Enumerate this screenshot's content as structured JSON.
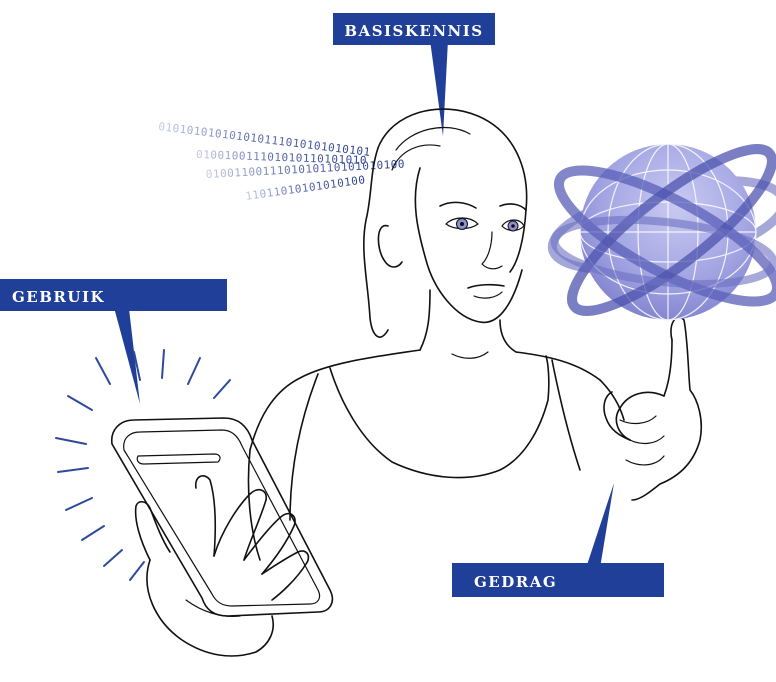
{
  "labels": {
    "top": "BASISKENNIS",
    "left": "GEBRUIK",
    "right": "GEDRAG"
  },
  "binary_lines": [
    "010101010101010111010101010101",
    "010010011101010110101010",
    "0100110011101010110101010100",
    "11011010101010100"
  ],
  "colors": {
    "label_bg": "#1f3f98",
    "label_text": "#ffffff",
    "globe_fill": "#9ea0e0",
    "orbit": "#5a5fb8",
    "ray": "#2e4a9a",
    "outline": "#111111"
  },
  "icons": [
    "binary-stream",
    "globe-with-orbits",
    "tablet-device",
    "signal-rays"
  ]
}
